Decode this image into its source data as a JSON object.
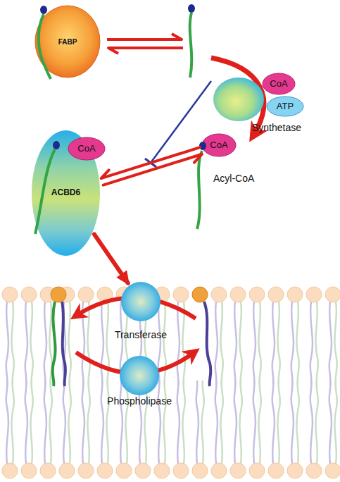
{
  "diagram": {
    "nodes": [
      {
        "text": [
          "FABP"
        ]
      },
      {
        "text": [
          "Synthetase"
        ]
      },
      {
        "text": [
          "CoA"
        ],
        "in": 1
      },
      {
        "text": [
          "ATP"
        ],
        "in": 1
      },
      {
        "text": [
          "ACBD6"
        ]
      },
      {
        "text": [
          "CoA"
        ],
        "in": 4
      },
      {
        "text": [
          "CoA"
        ]
      },
      {
        "text": [
          "Transferase"
        ]
      },
      {
        "text": [
          "Phospholipase"
        ]
      }
    ],
    "edges": [
      {
        "from": 6,
        "to": 4,
        "arrow": "to"
      },
      {
        "from": 4,
        "to": 6,
        "arrow": "to"
      },
      {
        "from": 4,
        "to": 7,
        "arrow": "to"
      }
    ],
    "labels": [
      "Acyl-CoA"
    ]
  }
}
